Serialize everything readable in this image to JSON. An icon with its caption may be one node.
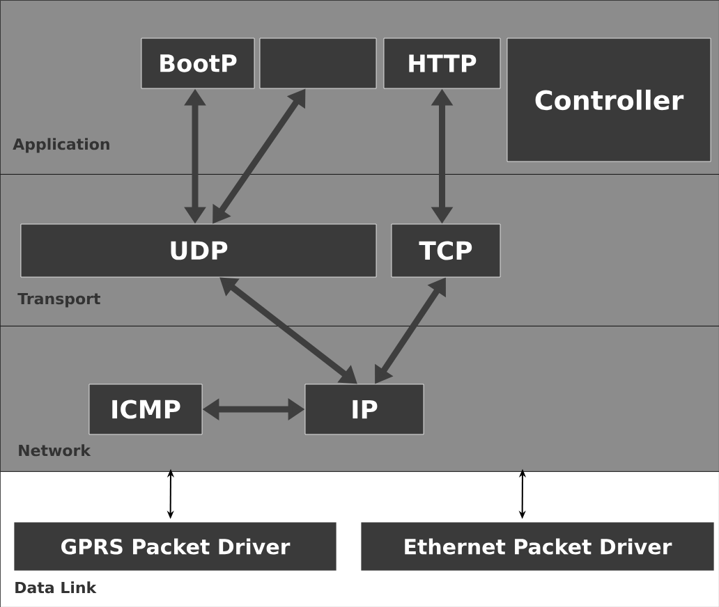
{
  "diagram": {
    "nodes": [
      {
        "text": [
          "Application"
        ]
      },
      {
        "text": [
          "BootP"
        ],
        "in": 0
      },
      {
        "text": [],
        "shape": "box",
        "in": 0
      },
      {
        "text": [
          "HTTP"
        ],
        "in": 0
      },
      {
        "text": [
          "Controller"
        ],
        "in": 0
      },
      {
        "text": [
          "Transport"
        ]
      },
      {
        "text": [
          "UDP"
        ],
        "in": 5
      },
      {
        "text": [
          "TCP"
        ],
        "in": 5
      },
      {
        "text": [
          "Network"
        ]
      },
      {
        "text": [
          "ICMP"
        ],
        "in": 8
      },
      {
        "text": [
          "IP"
        ],
        "in": 8
      },
      {
        "text": [
          "Data Link"
        ]
      },
      {
        "text": [
          "GPRS Packet Driver"
        ],
        "in": 11
      },
      {
        "text": [
          "Ethernet Packet Driver"
        ],
        "in": 11
      }
    ],
    "edges": [
      {
        "from": 1,
        "to": 6,
        "arrow": "both"
      },
      {
        "from": 2,
        "to": 6,
        "arrow": "both"
      },
      {
        "from": 3,
        "to": 7,
        "arrow": "both"
      },
      {
        "from": 6,
        "to": 10,
        "arrow": "both"
      },
      {
        "from": 7,
        "to": 10,
        "arrow": "both"
      },
      {
        "from": 9,
        "to": 10,
        "arrow": "both"
      },
      {
        "from": 8,
        "to": 12,
        "arrow": "both"
      },
      {
        "from": 8,
        "to": 13,
        "arrow": "both"
      }
    ]
  }
}
